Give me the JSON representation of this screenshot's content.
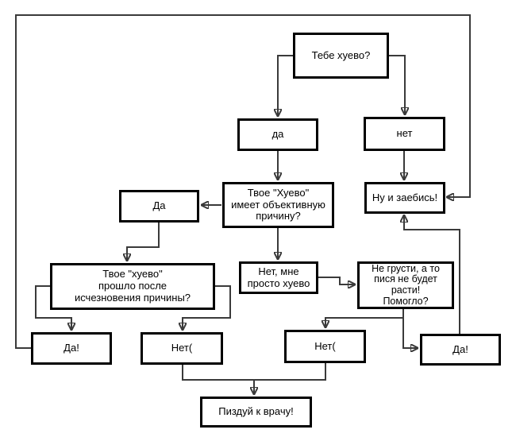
{
  "diagram": {
    "type": "flowchart",
    "background": "#ffffff",
    "line_color": "#3a3a3a",
    "box_border_color": "#000000",
    "box_fill": "#ffffff",
    "nodes": {
      "start": {
        "label": "Тебе хуево?"
      },
      "yes1": {
        "label": "да"
      },
      "no1": {
        "label": "нет"
      },
      "reason": {
        "label": "Твое \"Хуево\"\nимеет объективную\nпричину?"
      },
      "da2": {
        "label": "Да"
      },
      "zaebis": {
        "label": "Ну и заебись!"
      },
      "passed": {
        "label": "Твое \"хуево\"\nпрошло после\nисчезновения причины?"
      },
      "netprosto": {
        "label": "Нет, мне\nпросто хуево"
      },
      "negrusti": {
        "label": "Не грусти, а то\nпися не будет\nрасти!\nПомогло?"
      },
      "daleft": {
        "label": "Да!"
      },
      "netleft": {
        "label": "Нет("
      },
      "netmid": {
        "label": "Нет("
      },
      "daright": {
        "label": "Да!"
      },
      "doctor": {
        "label": "Пиздуй к врачу!"
      }
    },
    "edges": [
      {
        "from": "start",
        "to": "yes1"
      },
      {
        "from": "start",
        "to": "no1"
      },
      {
        "from": "yes1",
        "to": "reason"
      },
      {
        "from": "no1",
        "to": "zaebis"
      },
      {
        "from": "reason",
        "to": "da2"
      },
      {
        "from": "reason",
        "to": "netprosto"
      },
      {
        "from": "da2",
        "to": "passed"
      },
      {
        "from": "passed",
        "to": "daleft"
      },
      {
        "from": "passed",
        "to": "netleft"
      },
      {
        "from": "netprosto",
        "to": "negrusti"
      },
      {
        "from": "negrusti",
        "to": "netmid"
      },
      {
        "from": "negrusti",
        "to": "daright"
      },
      {
        "from": "daright",
        "to": "zaebis"
      },
      {
        "from": "daleft",
        "to": "zaebis"
      },
      {
        "from": "netleft",
        "to": "doctor"
      },
      {
        "from": "netmid",
        "to": "doctor"
      }
    ]
  }
}
